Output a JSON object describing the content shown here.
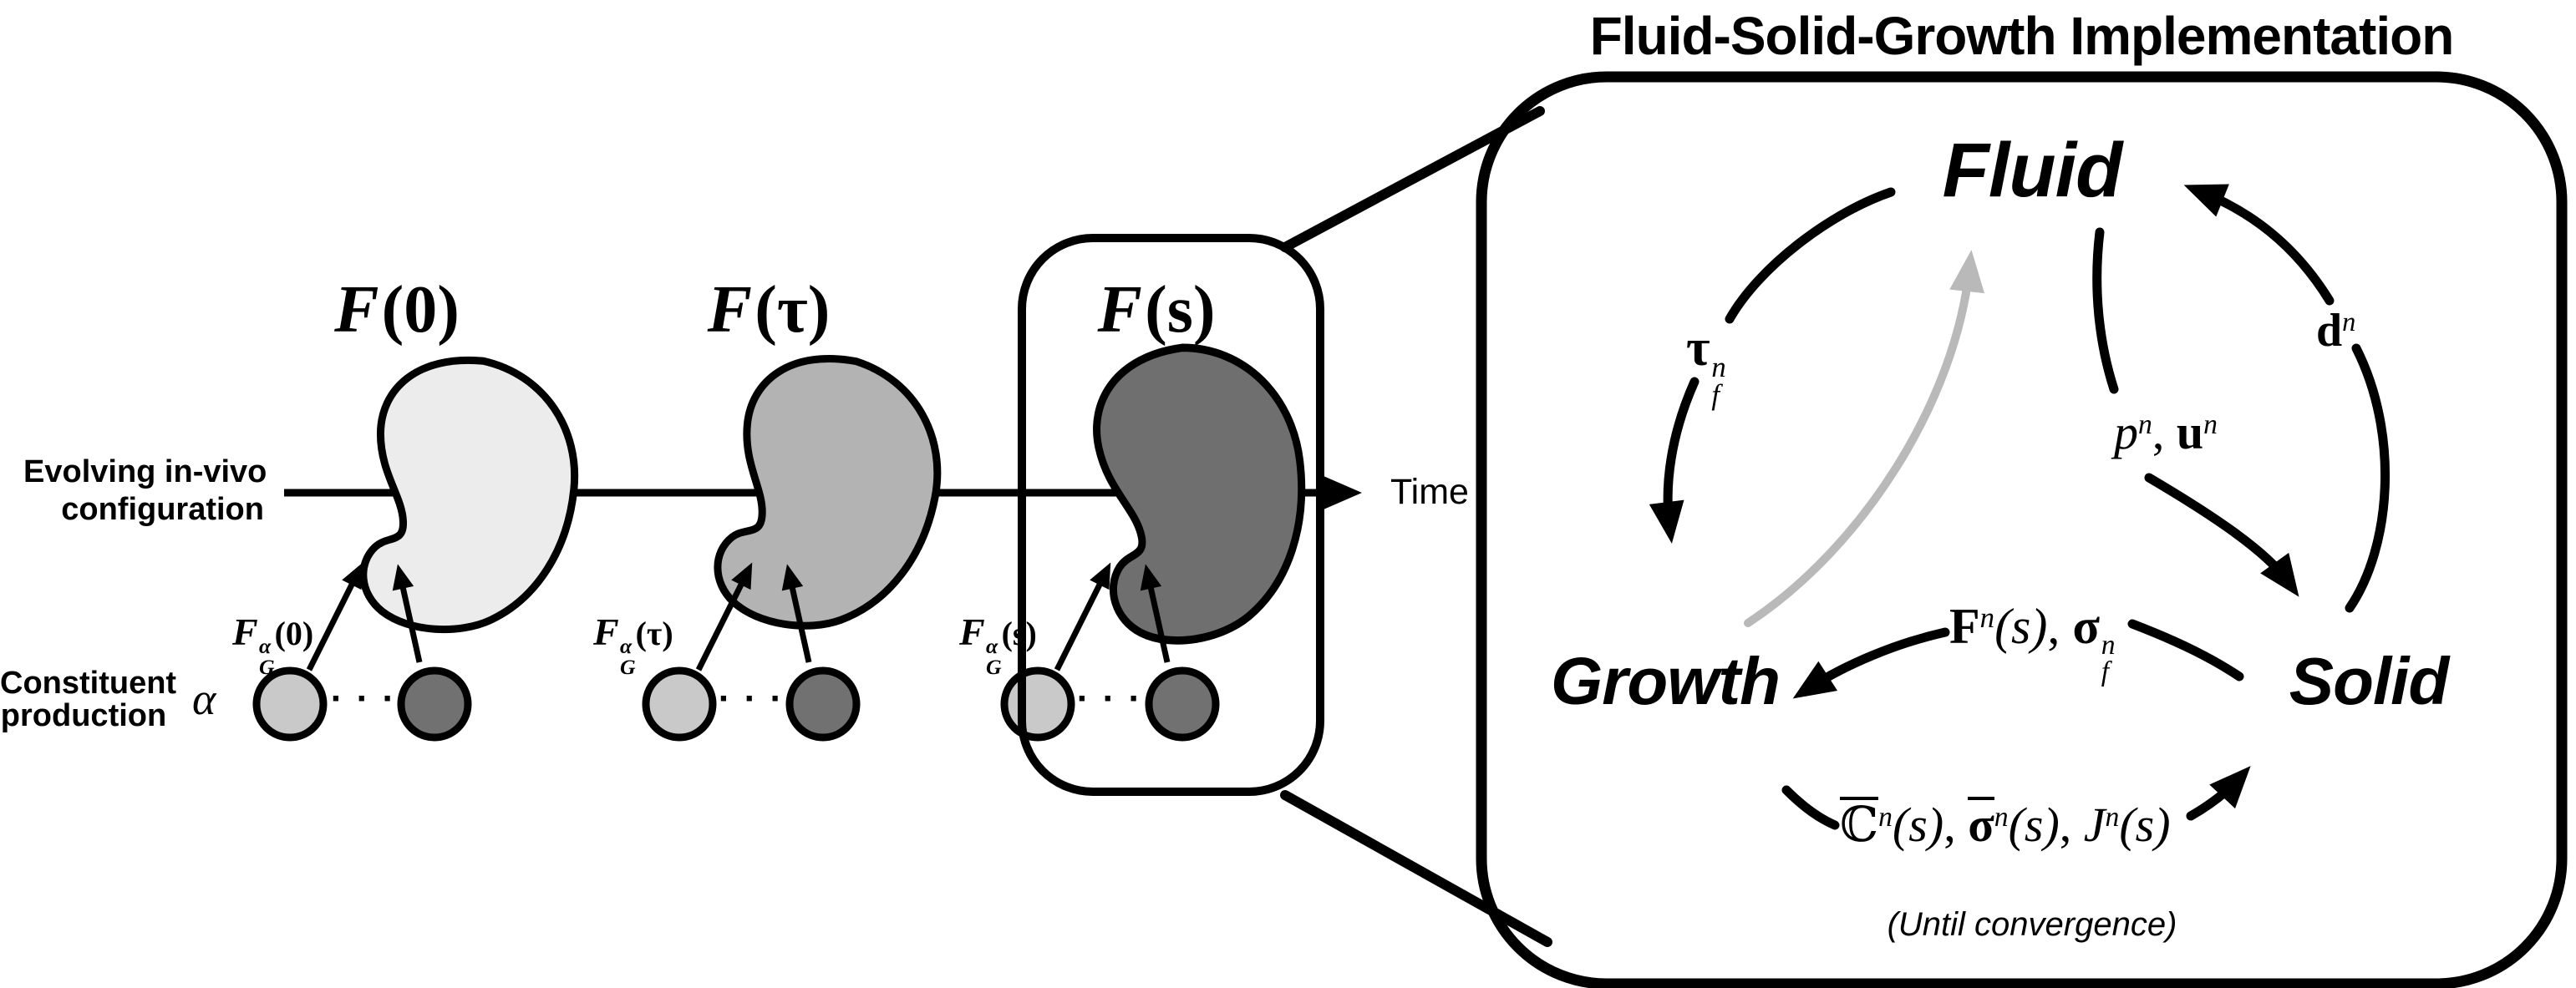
{
  "header": {
    "title": "Fluid-Solid-Growth Implementation"
  },
  "timeline": {
    "evolving_line1": "Evolving in-vivo",
    "evolving_line2": "configuration",
    "time_label": "Time",
    "constituent_line1": "Constituent",
    "constituent_line2": "production",
    "alpha": "α",
    "dots": "· · ·"
  },
  "groups": [
    {
      "config_base": "F",
      "config_arg": "(0)",
      "growth_base": "F",
      "growth_sup": "α",
      "growth_sub": "G",
      "growth_arg": "(0)"
    },
    {
      "config_base": "F",
      "config_arg": "(τ)",
      "growth_base": "F",
      "growth_sup": "α",
      "growth_sub": "G",
      "growth_arg": "(τ)"
    },
    {
      "config_base": "F",
      "config_arg": "(s)",
      "growth_base": "F",
      "growth_sup": "α",
      "growth_sub": "G",
      "growth_arg": "(s)"
    }
  ],
  "cycle": {
    "fluid": "Fluid",
    "growth": "Growth",
    "solid": "Solid",
    "tau": {
      "base": "τ",
      "sup": "n",
      "sub": "f"
    },
    "pu": {
      "p": "p",
      "p_sup": "n",
      "sep": ", ",
      "u": "u",
      "u_sup": "n"
    },
    "d": {
      "base": "d",
      "sup": "n"
    },
    "f_sigma": {
      "F": "F",
      "F_sup": "n",
      "F_arg": "(s)",
      "sep": ", ",
      "sigma": "σ",
      "sigma_sup": "n",
      "sigma_sub": "f"
    },
    "csj": {
      "C": "ℂ",
      "C_sup": "n",
      "C_arg": "(s)",
      "sep1": ", ",
      "sigma": "σ",
      "sigma_sup": "n",
      "sigma_arg": "(s)",
      "sep2": ", ",
      "J": "J",
      "J_sup": "n",
      "J_arg": "(s)"
    },
    "until": "(Until convergence)"
  },
  "colors": {
    "ink": "#000000",
    "blob_initial": "#ececec",
    "blob_intermediate": "#b3b3b3",
    "blob_current": "#6f6f6f",
    "constituent_light": "#c9c9c9",
    "constituent_dark": "#717171",
    "gray_arrow": "#b9b9b9",
    "background": "#ffffff"
  }
}
